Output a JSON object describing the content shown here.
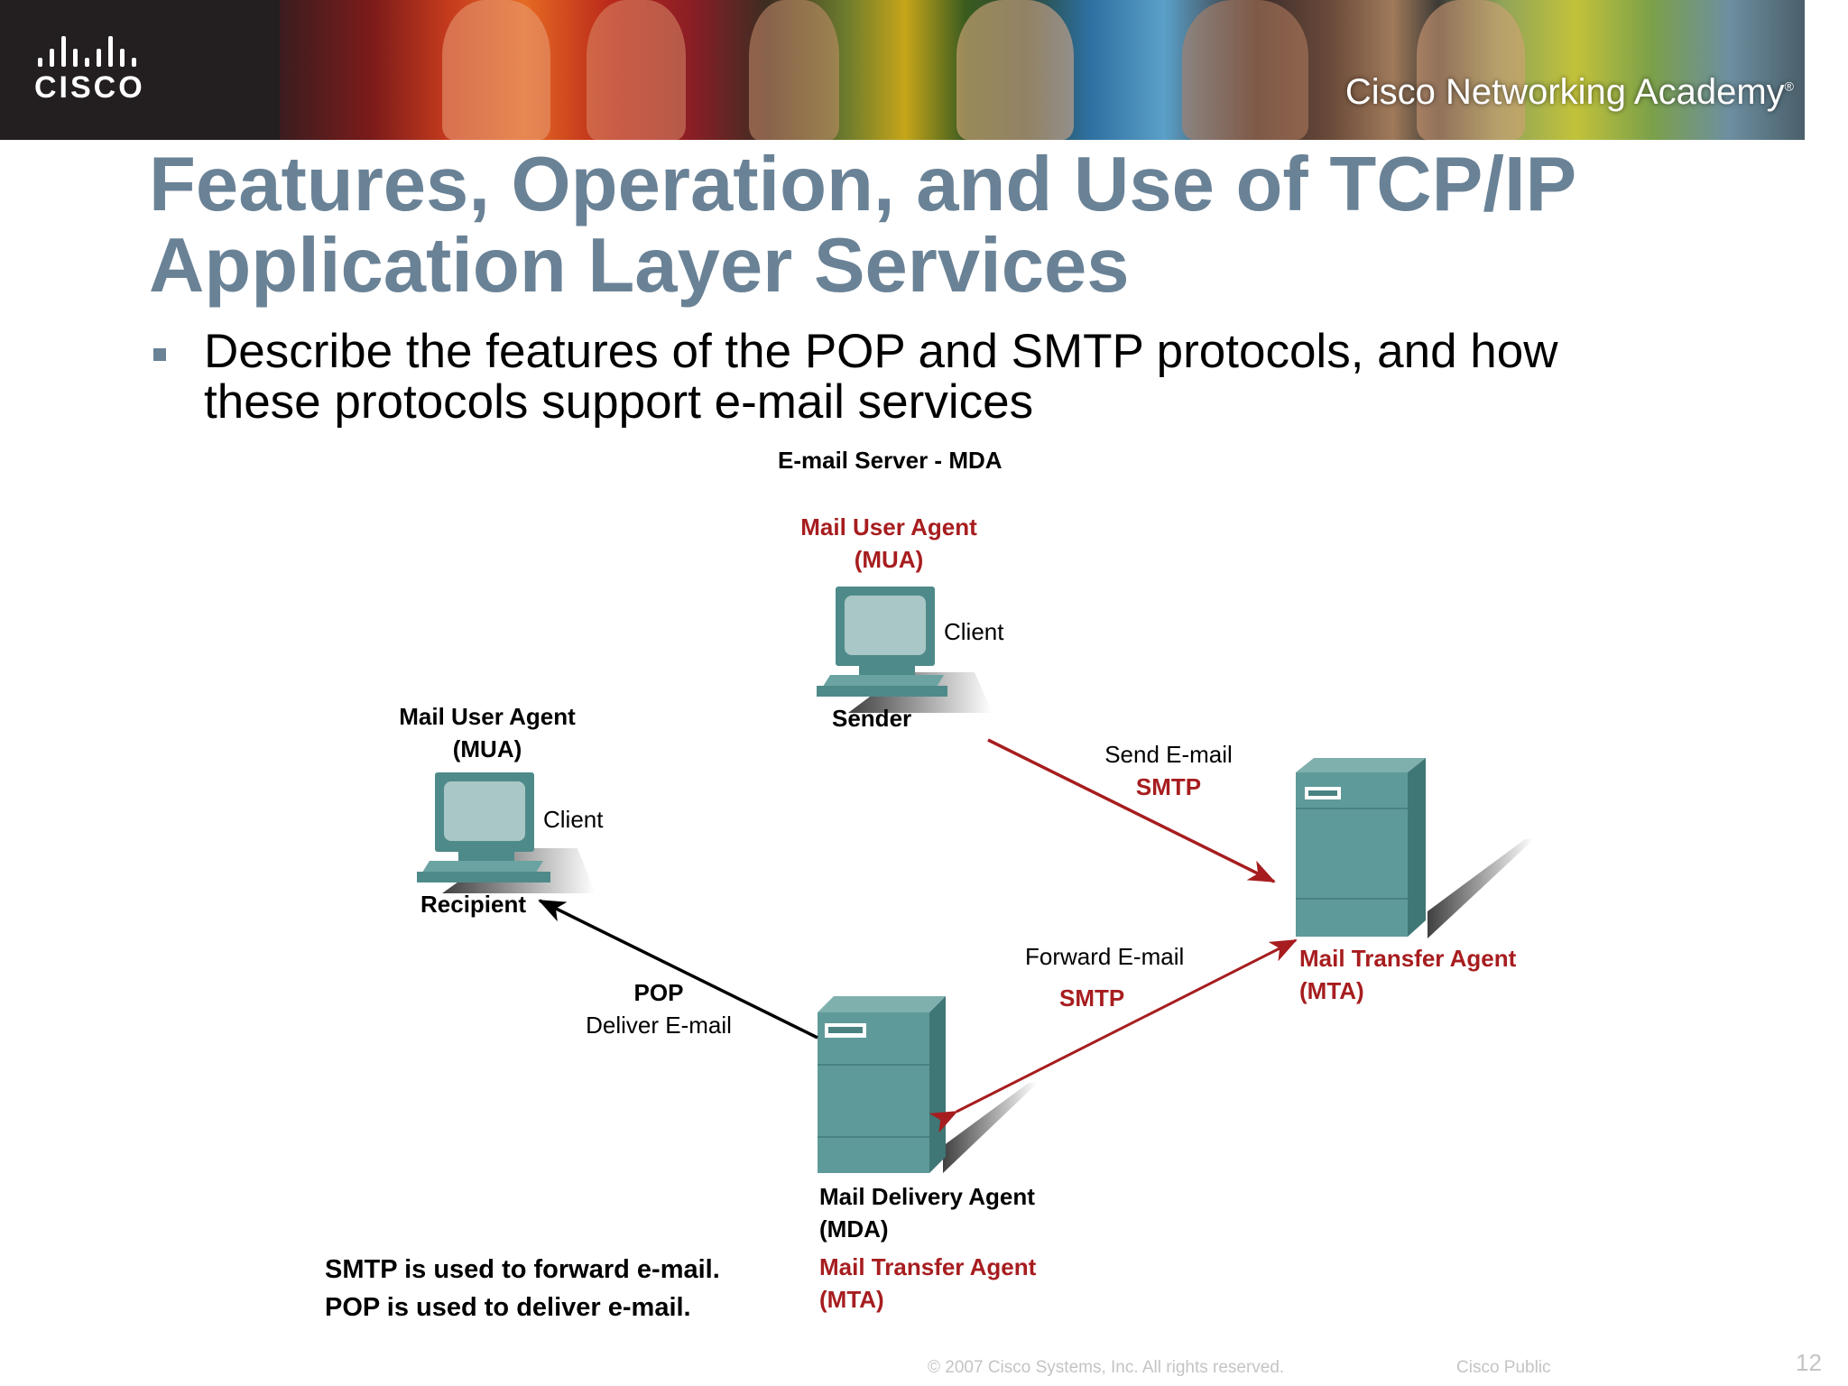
{
  "banner": {
    "logo_text": "CISCO",
    "academy": "Cisco Networking Academy",
    "academy_mark": "®"
  },
  "title": {
    "line1": "Features, Operation, and Use of TCP/IP",
    "line2": "Application Layer Services"
  },
  "bullet": {
    "line1": "Describe the features of the POP and SMTP protocols, and how",
    "line2": "these protocols support e-mail services"
  },
  "diagram": {
    "top_caption": "E-mail Server - MDA",
    "sender": {
      "agent": "Mail User Agent",
      "agent_abbr": "(MUA)",
      "client": "Client",
      "role": "Sender"
    },
    "recipient": {
      "agent": "Mail User Agent",
      "agent_abbr": "(MUA)",
      "client": "Client",
      "role": "Recipient"
    },
    "send": {
      "action": "Send E-mail",
      "protocol": "SMTP"
    },
    "forward": {
      "action": "Forward E-mail",
      "protocol": "SMTP"
    },
    "deliver": {
      "protocol": "POP",
      "action": "Deliver E-mail"
    },
    "mta": {
      "name": "Mail Transfer Agent",
      "abbr": "(MTA)"
    },
    "mda": {
      "name": "Mail Delivery Agent",
      "abbr": "(MDA)",
      "mta_name": "Mail Transfer Agent",
      "mta_abbr": "(MTA)"
    },
    "summary": {
      "line1": "SMTP is used to forward e-mail.",
      "line2": "POP is used to deliver e-mail."
    },
    "colors": {
      "arrow_red": "#a71d1f",
      "device_teal": "#5f9a9a",
      "title_slate": "#6a8296"
    }
  },
  "footer": {
    "copyright": "© 2007 Cisco Systems, Inc. All rights reserved.",
    "classification": "Cisco Public",
    "page": "12"
  }
}
